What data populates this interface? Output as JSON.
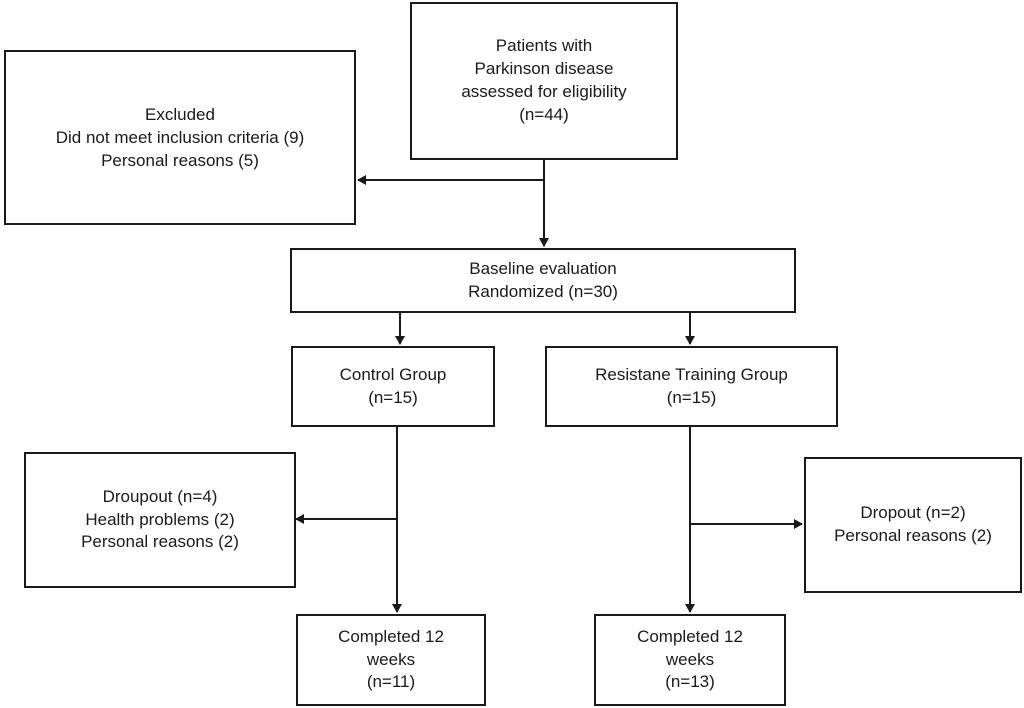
{
  "eligibility": {
    "lines": [
      "Patients with",
      "Parkinson disease",
      "assessed for eligibility",
      "(n=44)"
    ]
  },
  "excluded": {
    "lines": [
      "Excluded",
      "Did not meet inclusion criteria (9)",
      "Personal reasons (5)"
    ]
  },
  "baseline": {
    "lines": [
      "Baseline evaluation",
      "Randomized (n=30)"
    ]
  },
  "control": {
    "lines": [
      "Control Group",
      "(n=15)"
    ]
  },
  "training": {
    "lines": [
      "Resistane Training Group",
      "(n=15)"
    ]
  },
  "control_dropout": {
    "lines": [
      "Droupout (n=4)",
      "Health problems (2)",
      "Personal reasons (2)"
    ]
  },
  "training_dropout": {
    "lines": [
      "Dropout (n=2)",
      "Personal reasons (2)"
    ]
  },
  "control_completed": {
    "lines": [
      "Completed 12",
      "weeks",
      "(n=11)"
    ]
  },
  "training_completed": {
    "lines": [
      "Completed 12",
      "weeks",
      "(n=13)"
    ]
  }
}
